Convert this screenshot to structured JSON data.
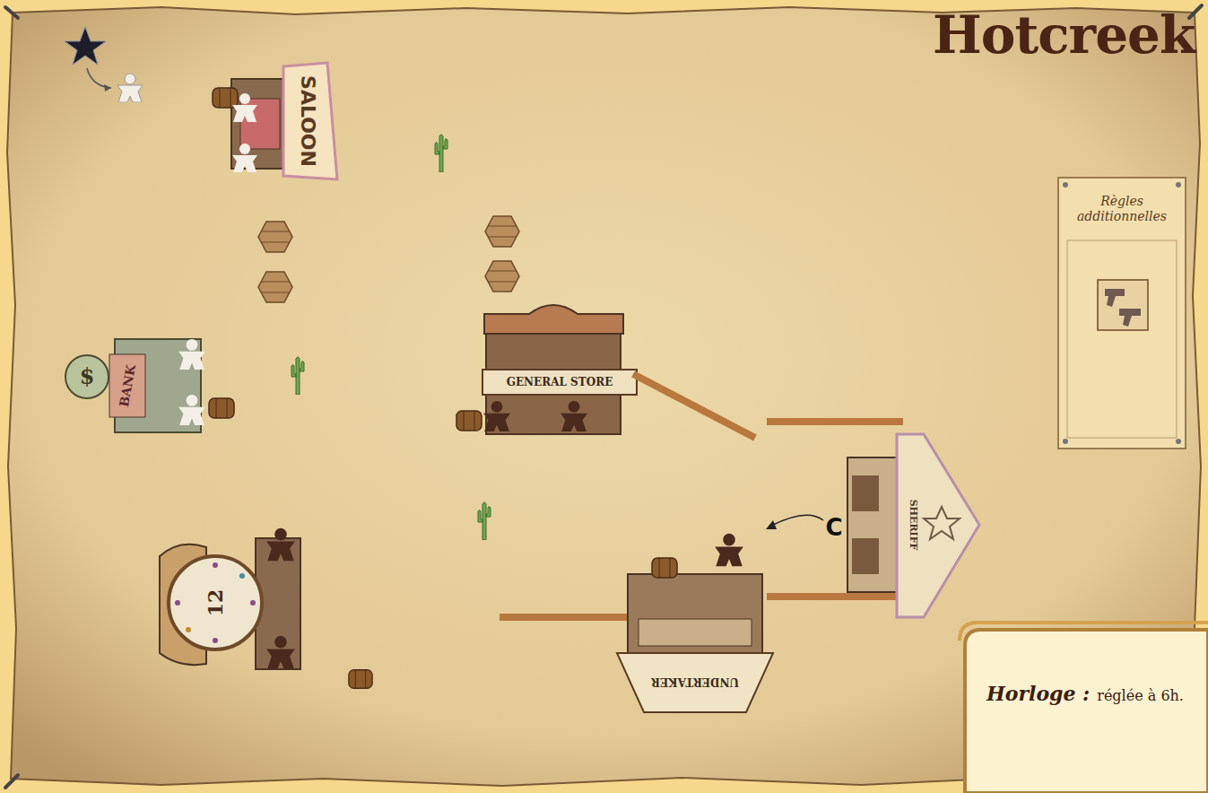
{
  "diagram": {
    "title": "Hotcreek",
    "nodes": [
      {
        "text": [
          "Règles additionnelles"
        ]
      },
      {
        "text": [
          "Horloge :",
          "réglée à 6h."
        ]
      }
    ],
    "labels": [
      "SALOON",
      "$",
      "BANK",
      "GENERAL STORE",
      "SHERIFF",
      "UNDERTAKER",
      "12",
      "C"
    ]
  }
}
